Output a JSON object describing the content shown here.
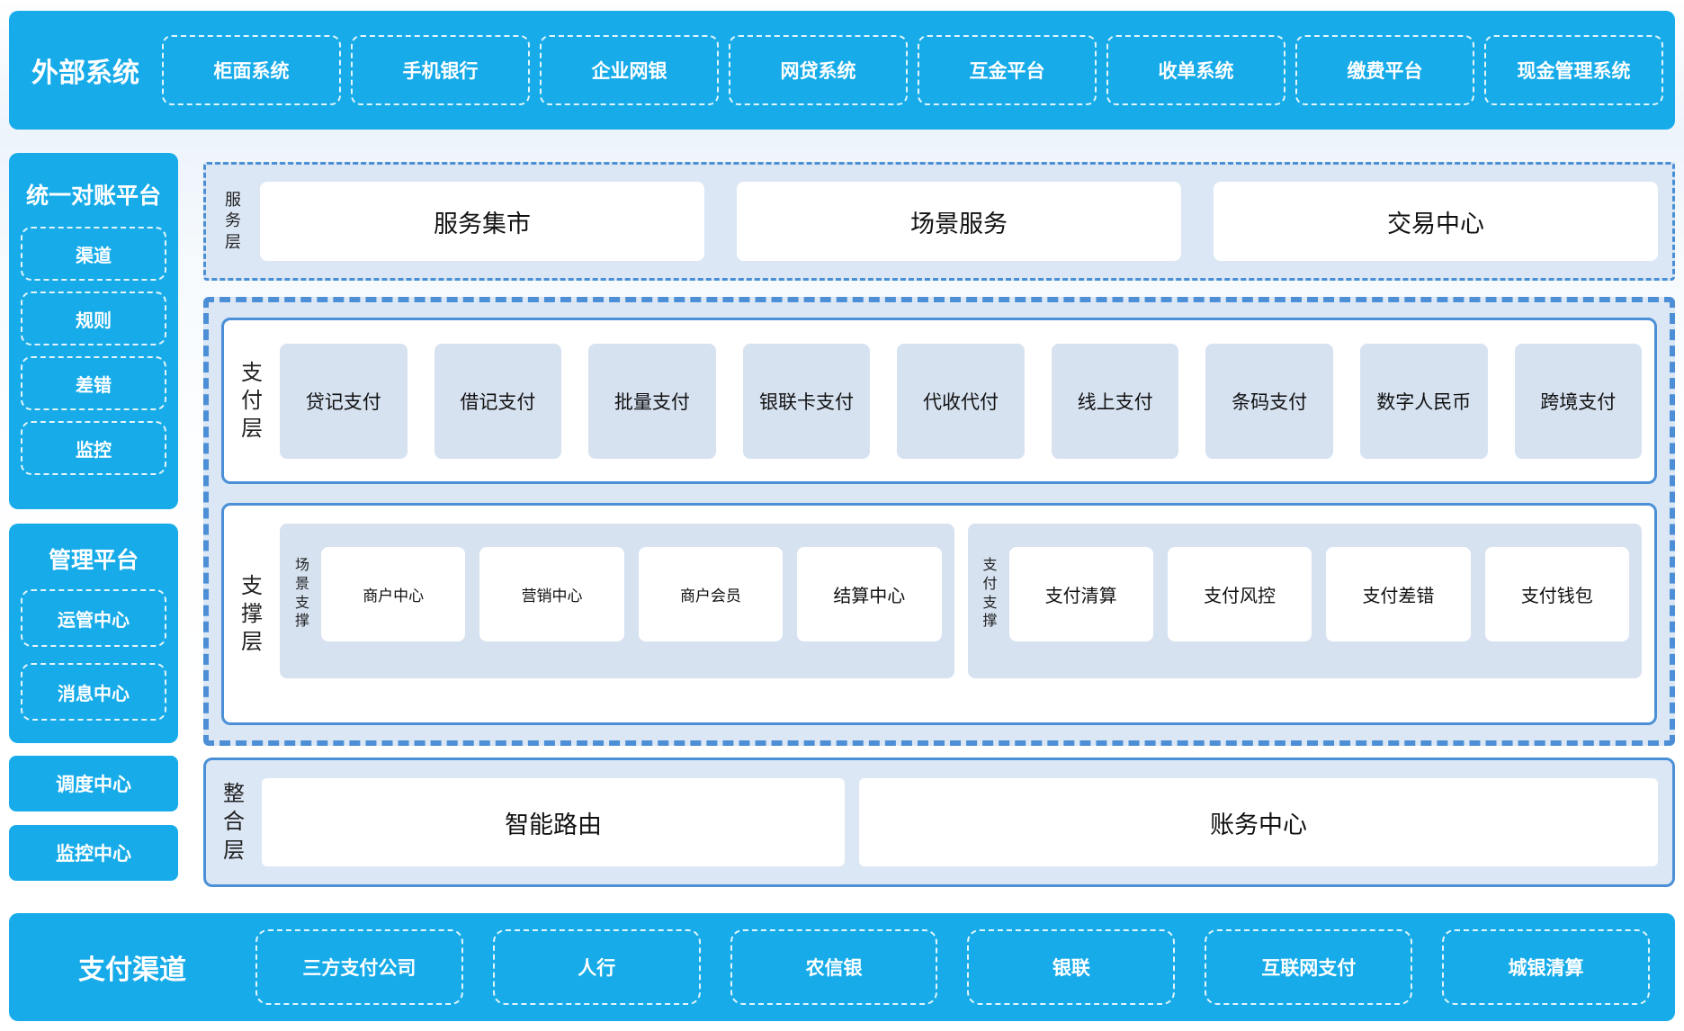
{
  "colors": {
    "brand_blue": "#17ACE9",
    "panel_light_blue": "#DBE7F5",
    "node_light_blue": "#D7E2F1",
    "border_blue": "#4B90D7",
    "white": "#FFFFFF"
  },
  "header": {
    "label": "外部系统",
    "items": [
      "柜面系统",
      "手机银行",
      "企业网银",
      "网贷系统",
      "互金平台",
      "收单系统",
      "缴费平台",
      "现金管理系统"
    ]
  },
  "sidebar": {
    "reconciliation": {
      "title": "统一对账平台",
      "items": [
        "渠道",
        "规则",
        "差错",
        "监控"
      ]
    },
    "management": {
      "title": "管理平台",
      "items": [
        "运管中心",
        "消息中心"
      ]
    },
    "standalone": [
      "调度中心",
      "监控中心"
    ]
  },
  "service_layer": {
    "label": "服务层",
    "items": [
      "服务集市",
      "场景服务",
      "交易中心"
    ]
  },
  "payment_layer": {
    "label": "支付层",
    "items": [
      "贷记支付",
      "借记支付",
      "批量支付",
      "银联卡支付",
      "代收代付",
      "线上支付",
      "条码支付",
      "数字人民币",
      "跨境支付"
    ]
  },
  "support_layer": {
    "label": "支撑层",
    "groups": [
      {
        "label": "场景支撑",
        "items": [
          "商户中心",
          "营销中心",
          "商户会员",
          "结算中心"
        ]
      },
      {
        "label": "支付支撑",
        "items": [
          "支付清算",
          "支付风控",
          "支付差错",
          "支付钱包"
        ]
      }
    ]
  },
  "integration_layer": {
    "label": "整合层",
    "items": [
      "智能路由",
      "账务中心"
    ]
  },
  "channels": {
    "label": "支付渠道",
    "items": [
      "三方支付公司",
      "人行",
      "农信银",
      "银联",
      "互联网支付",
      "城银清算"
    ]
  }
}
